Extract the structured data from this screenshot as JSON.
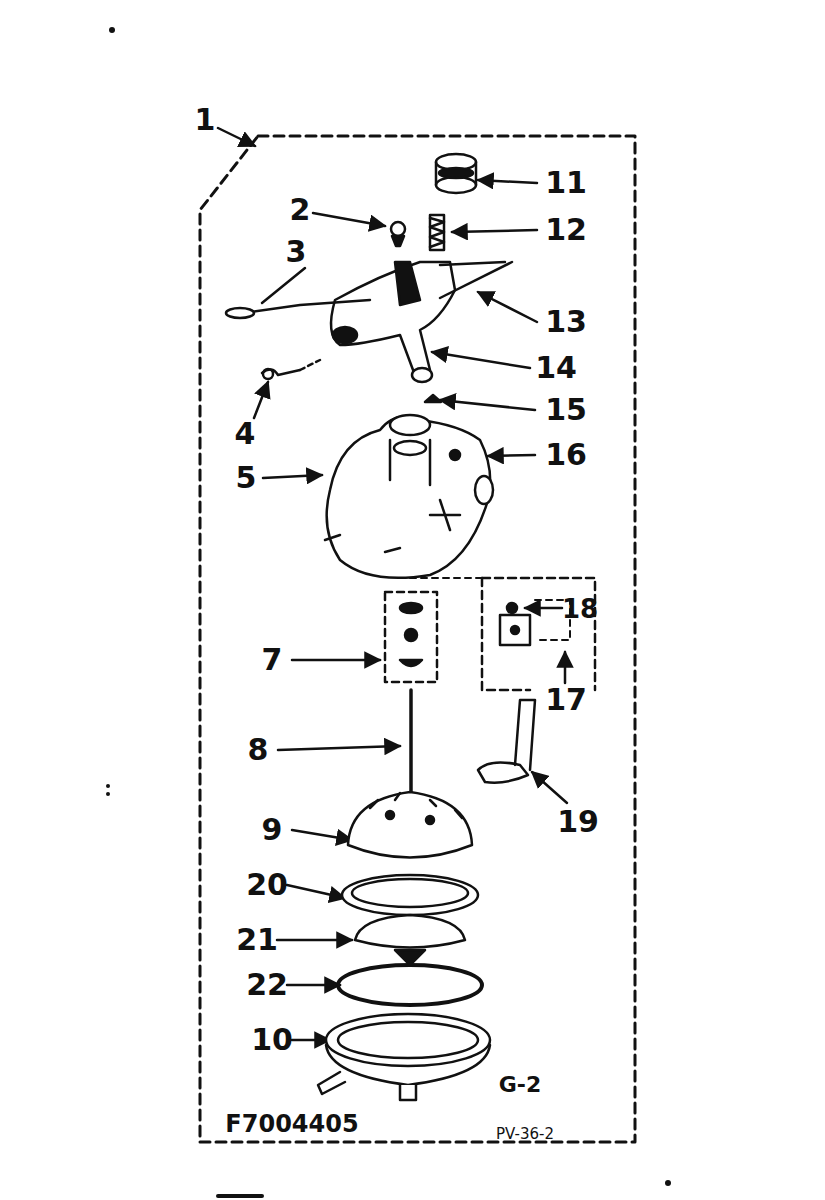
{
  "diagram": {
    "labels": [
      "1",
      "11",
      "2",
      "12",
      "3",
      "13",
      "14",
      "4",
      "15",
      "5",
      "16",
      "7",
      "18",
      "17",
      "8",
      "19",
      "9",
      "20",
      "21",
      "22",
      "10",
      "G-2",
      "F7004405",
      "PV-36-2"
    ]
  }
}
